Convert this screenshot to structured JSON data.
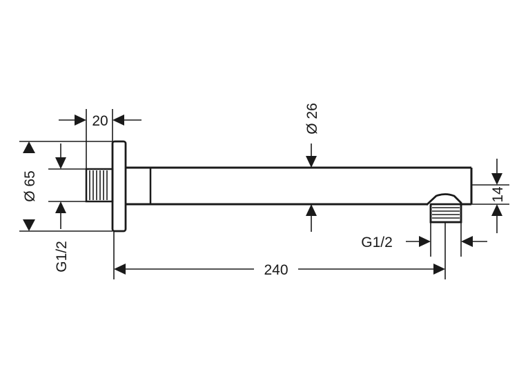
{
  "diagram": {
    "type": "technical-drawing",
    "subject": "shower arm with wall flange",
    "labels": {
      "flange_depth": "20",
      "flange_diameter": "Ø 65",
      "arm_diameter": "Ø 26",
      "wall_thread": "G1/2",
      "outlet_thread": "G1/2",
      "arm_length": "240",
      "outlet_offset": "14"
    }
  },
  "colors": {
    "line": "#1a1a1a",
    "background": "#ffffff"
  }
}
